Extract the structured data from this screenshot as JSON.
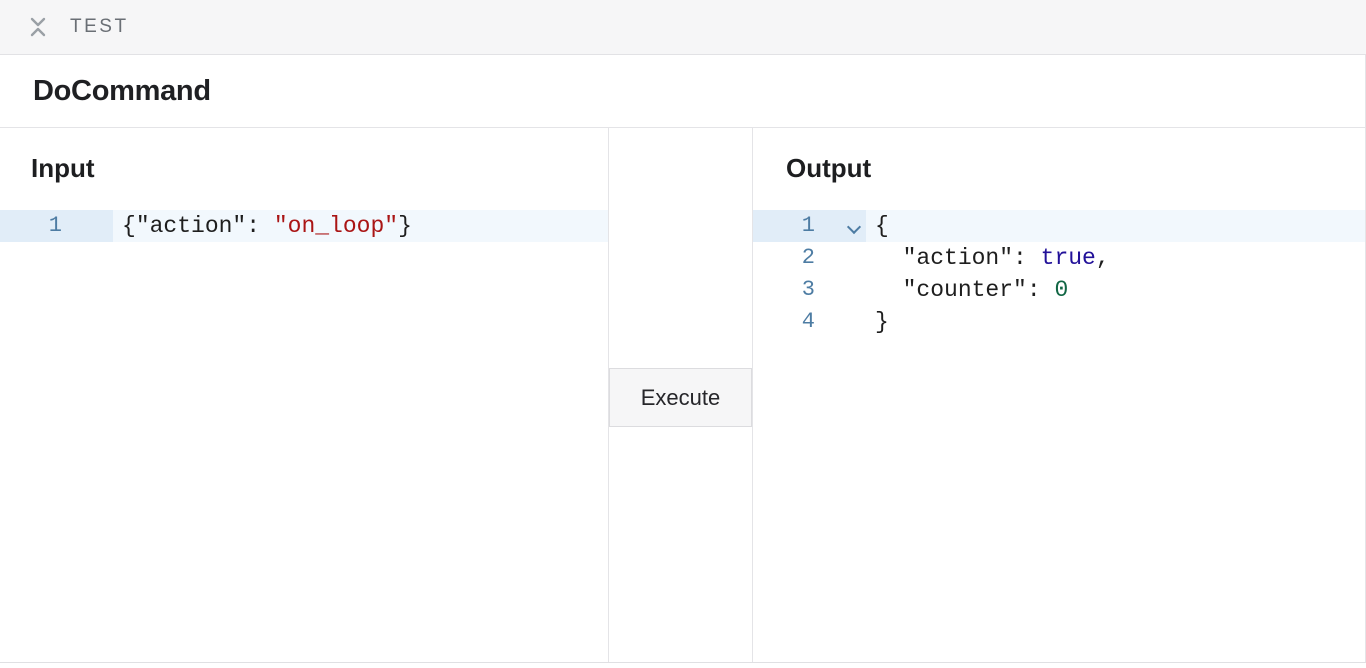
{
  "topbar": {
    "title": "TEST"
  },
  "command": {
    "title": "DoCommand"
  },
  "panels": {
    "input": {
      "heading": "Input",
      "editor": {
        "lines": [
          {
            "number": "1",
            "active": true,
            "fold": false,
            "tokens": [
              {
                "text": "{",
                "type": "punctuation"
              },
              {
                "text": "\"action\"",
                "type": "key"
              },
              {
                "text": ": ",
                "type": "punctuation"
              },
              {
                "text": "\"on_loop\"",
                "type": "string"
              },
              {
                "text": "}",
                "type": "punctuation"
              }
            ]
          }
        ]
      }
    },
    "middle": {
      "execute_label": "Execute"
    },
    "output": {
      "heading": "Output",
      "editor": {
        "lines": [
          {
            "number": "1",
            "active": true,
            "fold": true,
            "tokens": [
              {
                "text": "{",
                "type": "punctuation"
              }
            ]
          },
          {
            "number": "2",
            "active": false,
            "fold": false,
            "tokens": [
              {
                "text": "  ",
                "type": "punctuation"
              },
              {
                "text": "\"action\"",
                "type": "key"
              },
              {
                "text": ": ",
                "type": "punctuation"
              },
              {
                "text": "true",
                "type": "boolean"
              },
              {
                "text": ",",
                "type": "punctuation"
              }
            ]
          },
          {
            "number": "3",
            "active": false,
            "fold": false,
            "tokens": [
              {
                "text": "  ",
                "type": "punctuation"
              },
              {
                "text": "\"counter\"",
                "type": "key"
              },
              {
                "text": ": ",
                "type": "punctuation"
              },
              {
                "text": "0",
                "type": "number"
              }
            ]
          },
          {
            "number": "4",
            "active": false,
            "fold": false,
            "tokens": [
              {
                "text": "}",
                "type": "punctuation"
              }
            ]
          }
        ]
      }
    }
  },
  "icons": {
    "collapse": "collapse-vertical-icon",
    "fold_open": "chevron-down-icon"
  },
  "colors": {
    "tokens": {
      "punctuation": "#1e1e1e",
      "key": "#1e1e1e",
      "string": "#aa1515",
      "boolean": "#221199",
      "number": "#116644"
    },
    "line_number": "#4d7ca3",
    "active_line_bg": "#f2f8fd",
    "active_gutter_bg": "#e1edf8",
    "topbar_bg": "#f6f6f7",
    "button_bg": "#f6f6f7",
    "border": "#e4e4e7"
  }
}
